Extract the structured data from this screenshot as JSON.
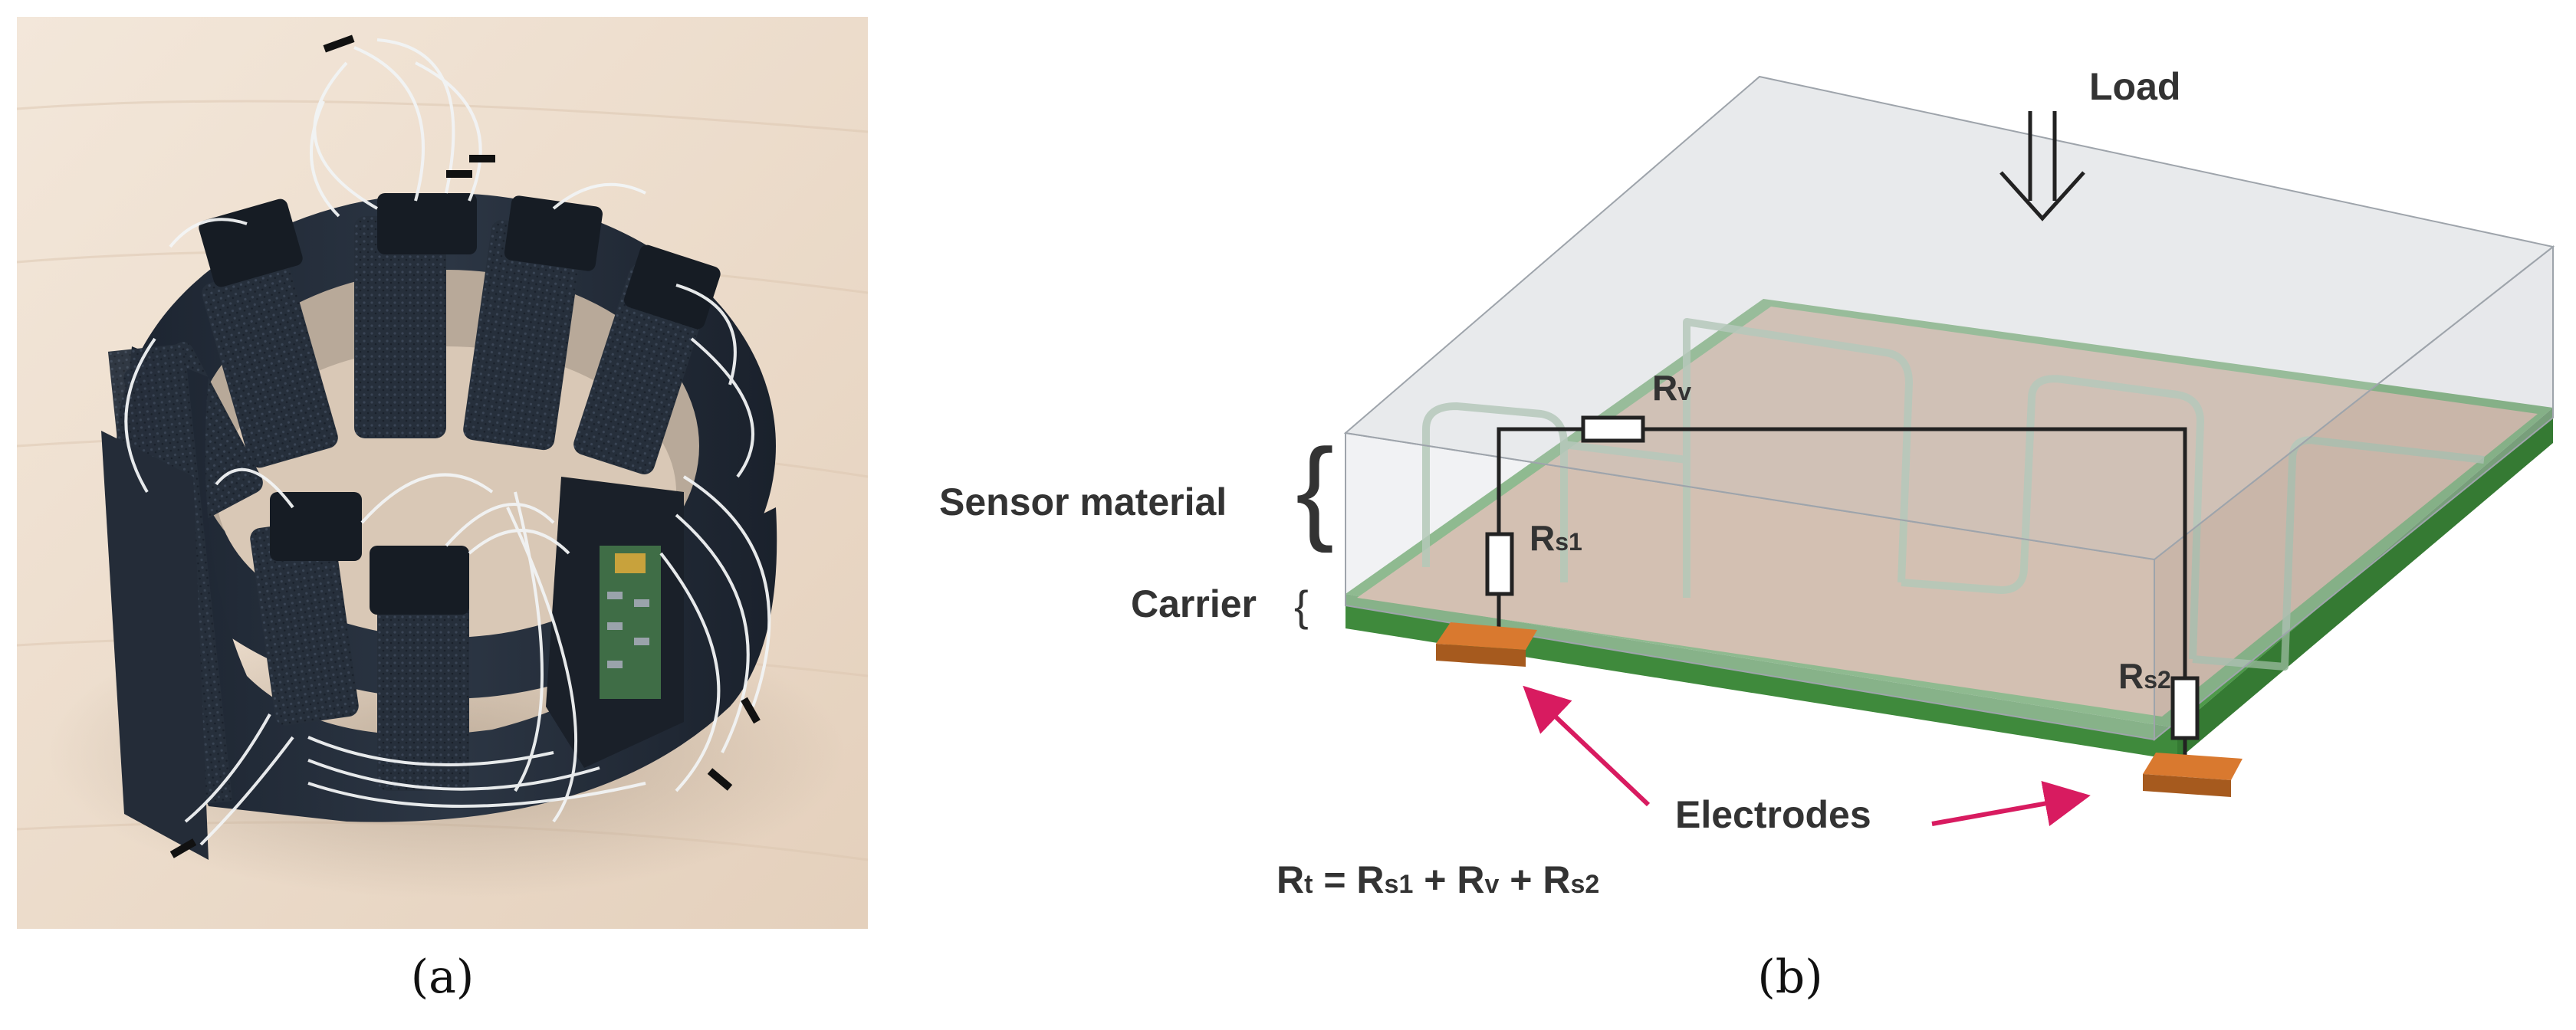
{
  "panel_a": {
    "caption": "(a)"
  },
  "panel_b": {
    "caption": "(b)",
    "load_label": "Load",
    "sensor_material_label": "Sensor material",
    "carrier_label": "Carrier",
    "rv": {
      "main": "R",
      "sub": "v"
    },
    "rs1": {
      "main": "R",
      "sub": "s1"
    },
    "rs2": {
      "main": "R",
      "sub": "s2"
    },
    "electrodes_label": "Electrodes",
    "formula": {
      "rt_main": "R",
      "rt_sub": "t",
      "eq": " = ",
      "rs1_main": "R",
      "rs1_sub": "s1",
      "plus1": " + ",
      "rv_main": "R",
      "rv_sub": "v",
      "plus2": " + ",
      "rs2_main": "R",
      "rs2_sub": "s2"
    },
    "colors": {
      "electrode": "#d9792f",
      "carrier": "#4e9a4a",
      "sensor_material": "#c9a487",
      "housing": "#d2d5d9",
      "arrow": "#d81b60"
    }
  }
}
